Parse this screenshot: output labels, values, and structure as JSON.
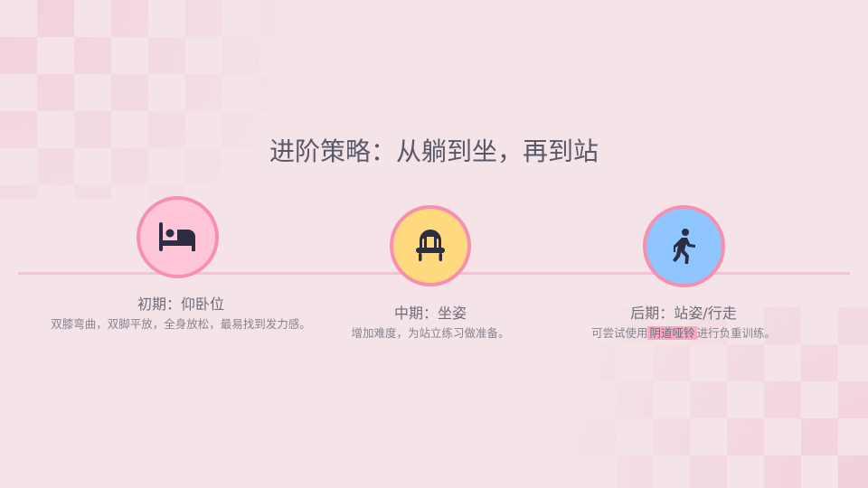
{
  "title": "进阶策略：从躺到坐，再到站",
  "steps": [
    {
      "icon": "bed-icon",
      "title": "初期：仰卧位",
      "desc": "双膝弯曲，双脚平放，全身放松，最易找到发力感。",
      "color": "#ffc6d9"
    },
    {
      "icon": "chair-icon",
      "title": "中期：坐姿",
      "desc": "增加难度，为站立练习做准备。",
      "color": "#ffd97e"
    },
    {
      "icon": "walking-icon",
      "title": "后期：站姿/行走",
      "desc_before": "可尝试使用",
      "desc_highlight": "阴道哑铃",
      "desc_after": "进行负重训练。",
      "color": "#8fc6ff"
    }
  ]
}
